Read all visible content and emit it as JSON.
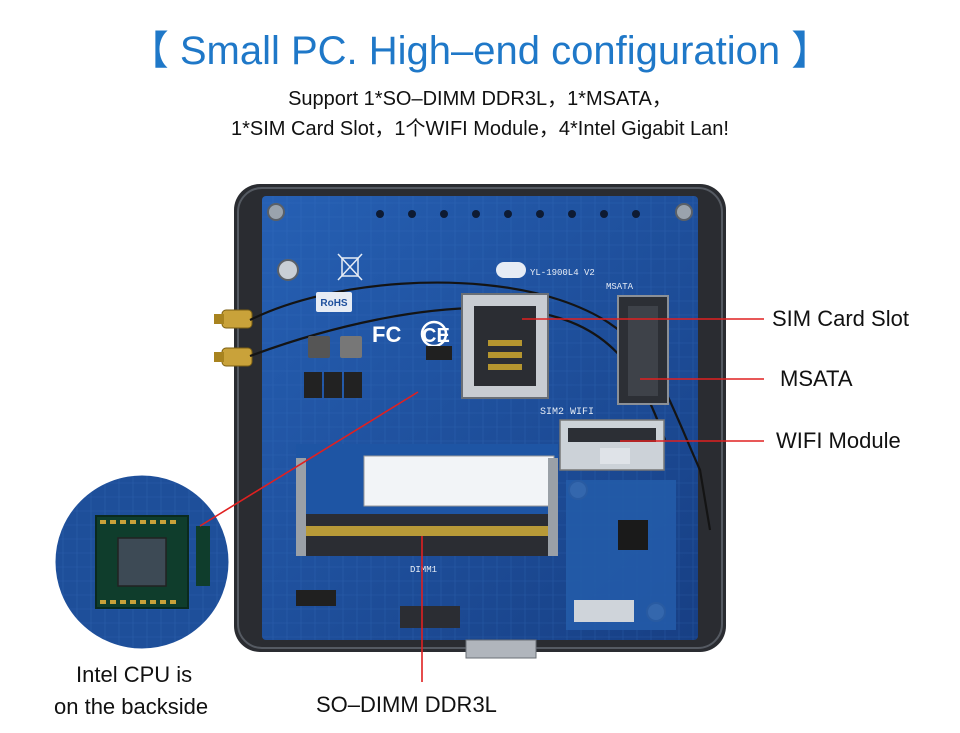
{
  "header": {
    "title": "【 Small PC. High–end configuration 】",
    "line1": "Support 1*SO–DIMM DDR3L，1*MSATA，",
    "line2": "1*SIM Card Slot，1个WIFI Module，4*Intel Gigabit Lan!"
  },
  "callouts": {
    "sim": "SIM Card Slot",
    "msata": "MSATA",
    "wifi": "WIFI Module",
    "cpu_line1": "Intel CPU is",
    "cpu_line2": "on the backside",
    "dimm": "SO–DIMM DDR3L"
  },
  "board_text": {
    "brand": "YL-1900L4 V2",
    "msata_silk": "MSATA",
    "sim_silk": "SIM2 WIFI",
    "dimm_silk": "DIMM1",
    "fc": "FC",
    "ce": "CE",
    "rohs": "RoHS"
  },
  "colors": {
    "title": "#1f78c8",
    "pcb": "#1d4f9c",
    "leader": "#e02020",
    "chassis": "#2a2c31"
  }
}
